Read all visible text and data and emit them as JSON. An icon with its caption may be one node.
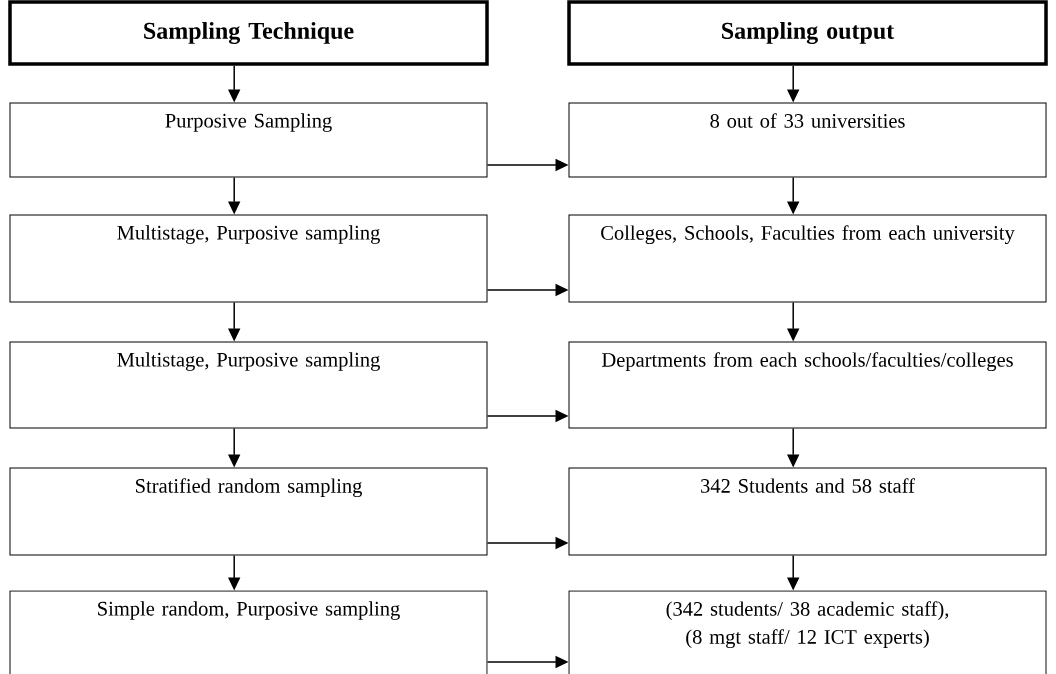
{
  "diagram": {
    "nodes": [
      {
        "text": [
          "Sampling Technique"
        ]
      },
      {
        "text": [
          "Sampling output"
        ]
      },
      {
        "text": [
          "Purposive Sampling"
        ]
      },
      {
        "text": [
          "Multistage, Purposive sampling"
        ]
      },
      {
        "text": [
          "Multistage, Purposive sampling"
        ]
      },
      {
        "text": [
          "Stratified random sampling"
        ]
      },
      {
        "text": [
          "Simple random, Purposive sampling"
        ]
      },
      {
        "text": [
          "8 out of 33 universities"
        ]
      },
      {
        "text": [
          "Colleges, Schools, Faculties from each university"
        ]
      },
      {
        "text": [
          "Departments from each schools/faculties/colleges"
        ]
      },
      {
        "text": [
          "342 Students and 58 staff"
        ]
      },
      {
        "text": [
          "(342 students/ 38 academic staff), (8 mgt staff/ 12 ICT experts)"
        ]
      }
    ],
    "edges": [
      {
        "from": 0,
        "to": 2,
        "arrow": "to"
      },
      {
        "from": 2,
        "to": 3,
        "arrow": "to"
      },
      {
        "from": 3,
        "to": 4,
        "arrow": "to"
      },
      {
        "from": 4,
        "to": 5,
        "arrow": "to"
      },
      {
        "from": 5,
        "to": 6,
        "arrow": "to"
      },
      {
        "from": 1,
        "to": 7,
        "arrow": "to"
      },
      {
        "from": 7,
        "to": 8,
        "arrow": "to"
      },
      {
        "from": 8,
        "to": 9,
        "arrow": "to"
      },
      {
        "from": 9,
        "to": 10,
        "arrow": "to"
      },
      {
        "from": 10,
        "to": 11,
        "arrow": "to"
      },
      {
        "from": 2,
        "to": 7,
        "arrow": "to"
      },
      {
        "from": 3,
        "to": 8,
        "arrow": "to"
      },
      {
        "from": 4,
        "to": 9,
        "arrow": "to"
      },
      {
        "from": 5,
        "to": 10,
        "arrow": "to"
      },
      {
        "from": 6,
        "to": 11,
        "arrow": "to"
      }
    ]
  }
}
